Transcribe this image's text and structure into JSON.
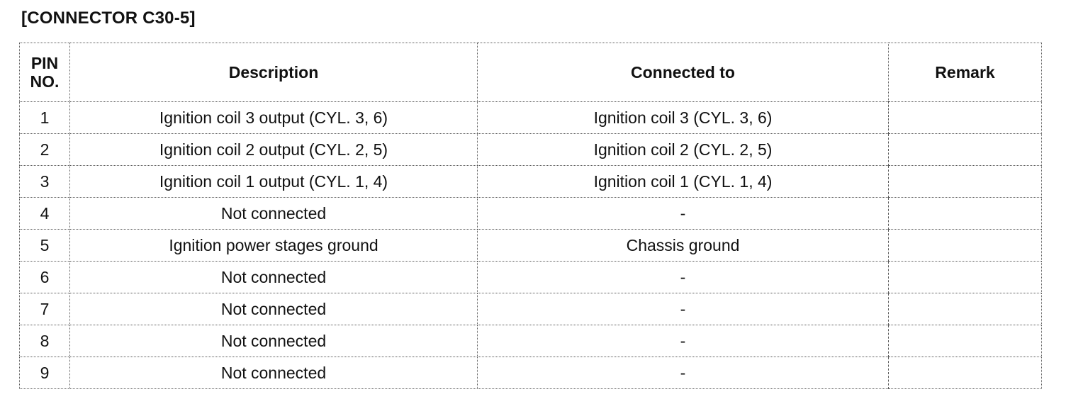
{
  "title": "[CONNECTOR C30-5]",
  "headers": {
    "pin": "PIN NO.",
    "description": "Description",
    "connected_to": "Connected to",
    "remark": "Remark"
  },
  "rows": [
    {
      "pin": "1",
      "description": "Ignition coil 3  output (CYL. 3, 6)",
      "connected_to": "Ignition coil 3 (CYL. 3, 6)",
      "remark": ""
    },
    {
      "pin": "2",
      "description": "Ignition coil 2 output (CYL. 2, 5)",
      "connected_to": "Ignition coil 2 (CYL. 2, 5)",
      "remark": ""
    },
    {
      "pin": "3",
      "description": "Ignition coil 1 output (CYL. 1, 4)",
      "connected_to": "Ignition coil 1 (CYL. 1, 4)",
      "remark": ""
    },
    {
      "pin": "4",
      "description": "Not connected",
      "connected_to": "-",
      "remark": ""
    },
    {
      "pin": "5",
      "description": "Ignition power stages ground",
      "connected_to": "Chassis ground",
      "remark": ""
    },
    {
      "pin": "6",
      "description": "Not connected",
      "connected_to": "-",
      "remark": ""
    },
    {
      "pin": "7",
      "description": "Not connected",
      "connected_to": "-",
      "remark": ""
    },
    {
      "pin": "8",
      "description": "Not connected",
      "connected_to": "-",
      "remark": ""
    },
    {
      "pin": "9",
      "description": "Not connected",
      "connected_to": "-",
      "remark": ""
    }
  ]
}
